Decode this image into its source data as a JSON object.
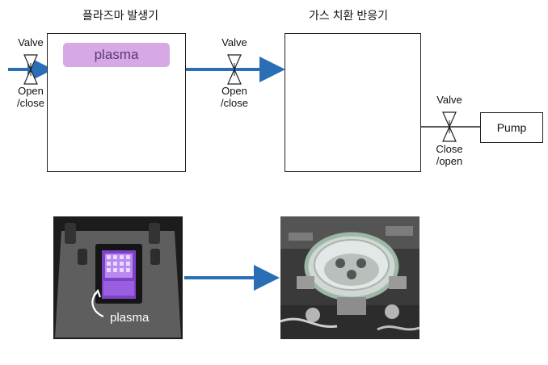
{
  "titles": {
    "plasma_generator": "플라즈마 발생기",
    "gas_exchange_reactor": "가스 치환 반응기"
  },
  "valves": {
    "inlet": {
      "name": "Valve",
      "state_line1": "Open",
      "state_line2": "/close"
    },
    "middle": {
      "name": "Valve",
      "state_line1": "Open",
      "state_line2": "/close"
    },
    "outlet": {
      "name": "Valve",
      "state_line1": "Close",
      "state_line2": "/open"
    }
  },
  "plasma_label": "plasma",
  "pump_label": "Pump",
  "photo_plasma_label": "plasma",
  "colors": {
    "flow_arrow": "#2a6fb5",
    "plasma_band": "#d6a8e6",
    "particles": "#d59b6b",
    "molecule_atom": "#a7bcd3",
    "dark_arrow": "#3a4a5a"
  }
}
